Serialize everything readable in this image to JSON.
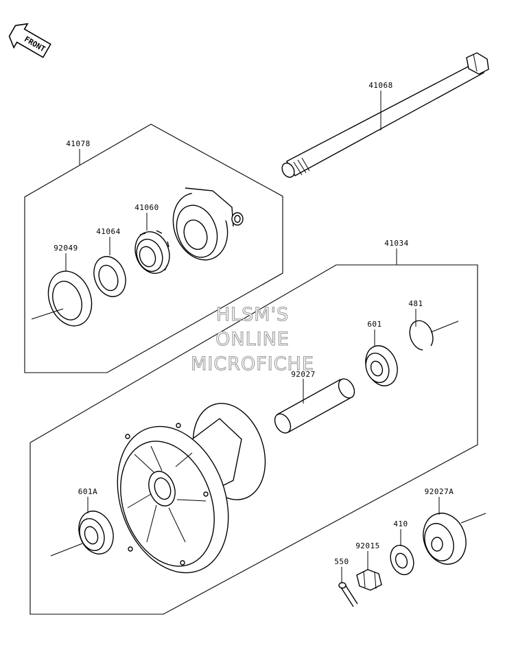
{
  "direction_tag": "FRONT",
  "parts": {
    "axle": "41068",
    "gear_housing_assy": "41078",
    "speedometer_gear": "41060",
    "gear_retainer": "41064",
    "oil_seal": "92049",
    "hub": "41034",
    "circlip": "481",
    "ball_bearing_right": "601",
    "spacer_tube": "92027",
    "ball_bearing_left": "601A",
    "collar": "92027A",
    "washer": "410",
    "castle_nut": "92015",
    "cotter_pin": "550"
  },
  "watermark": {
    "line1": "HLSM'S",
    "line2": "ONLINE",
    "line3": "MICROFICHE"
  },
  "colors": {
    "line": "#000000",
    "watermark_outline": "#9a9a9a"
  }
}
